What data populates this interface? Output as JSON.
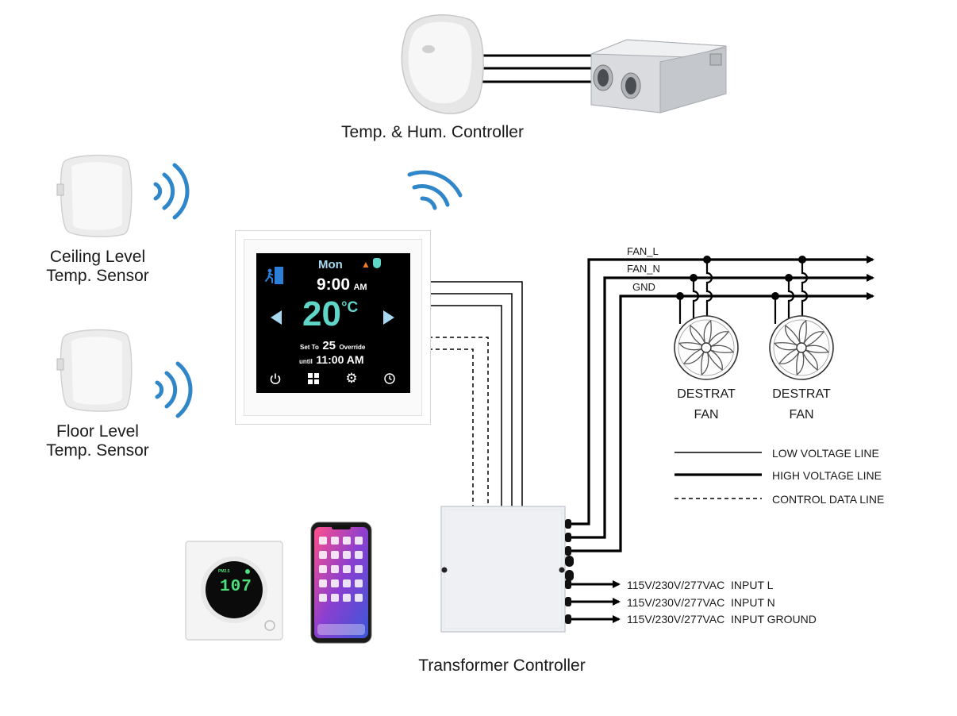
{
  "devices": {
    "temp_hum_controller": "Temp. & Hum. Controller",
    "ceiling_sensor": [
      "Ceiling Level",
      "Temp. Sensor"
    ],
    "floor_sensor": [
      "Floor Level",
      "Temp. Sensor"
    ],
    "transformer_controller": "Transformer Controller"
  },
  "thermostat": {
    "day": "Mon",
    "time": "9:00",
    "time_ampm": "AM",
    "temperature": "20",
    "unit": "°C",
    "set_to_label": "Set To",
    "set_value": "25",
    "override_label": "Override",
    "until_label": "until",
    "until_time": "11:00 AM",
    "colors": {
      "screen": "#000000",
      "temp": "#5fd6c8",
      "arrows": "#a8d8f0",
      "heat": "#f07a2a"
    }
  },
  "wall_sensor": {
    "reading": "107",
    "tag": "PM2.5",
    "color": "#4be07a"
  },
  "fan_bus": {
    "lines": [
      "FAN_L",
      "FAN_N",
      "GND"
    ]
  },
  "fans": [
    {
      "label": [
        "DESTRAT",
        "FAN"
      ]
    },
    {
      "label": [
        "DESTRAT",
        "FAN"
      ]
    }
  ],
  "legend": [
    {
      "style": "low",
      "label": "LOW VOLTAGE LINE"
    },
    {
      "style": "high",
      "label": "HIGH VOLTAGE LINE"
    },
    {
      "style": "dashed",
      "label": "CONTROL DATA LINE"
    }
  ],
  "inputs": [
    {
      "voltage": "115V/230V/277VAC",
      "name": "INPUT L"
    },
    {
      "voltage": "115V/230V/277VAC",
      "name": "INPUT N"
    },
    {
      "voltage": "115V/230V/277VAC",
      "name": "INPUT GROUND"
    }
  ],
  "colors": {
    "wifi": "#2f86c8",
    "line": "#000000"
  }
}
